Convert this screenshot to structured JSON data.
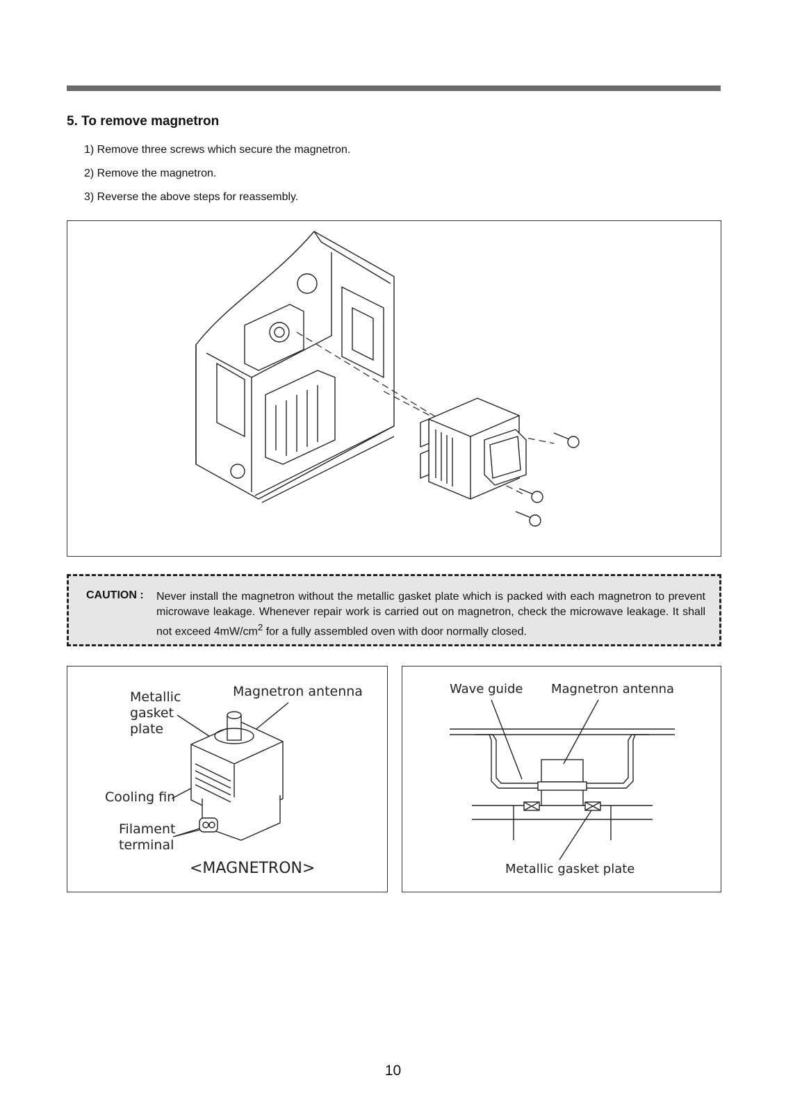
{
  "section": {
    "heading": "5. To remove magnetron",
    "steps": [
      "1) Remove three screws which secure the magnetron.",
      "2) Remove the magnetron.",
      "3) Reverse the above steps for reassembly."
    ]
  },
  "caution": {
    "label": "CAUTION :",
    "text_before_sup": "Never install the magnetron without the metallic gasket plate which is packed with each magnetron to prevent microwave leakage. Whenever repair work is carried out on magnetron, check the microwave leakage. It shall not exceed 4mW/cm",
    "sup": "2",
    "text_after_sup": " for a fully assembled oven with door normally closed."
  },
  "magnetron_figure": {
    "label_gasket_1": "Metallic",
    "label_gasket_2": "gasket",
    "label_gasket_3": "plate",
    "label_antenna": "Magnetron antenna",
    "label_fin": "Cooling fin",
    "label_filament_1": "Filament",
    "label_filament_2": "terminal",
    "caption": "<MAGNETRON>"
  },
  "waveguide_figure": {
    "label_waveguide": "Wave guide",
    "label_antenna": "Magnetron antenna",
    "label_gasket": "Metallic gasket plate"
  },
  "page_number": "10"
}
